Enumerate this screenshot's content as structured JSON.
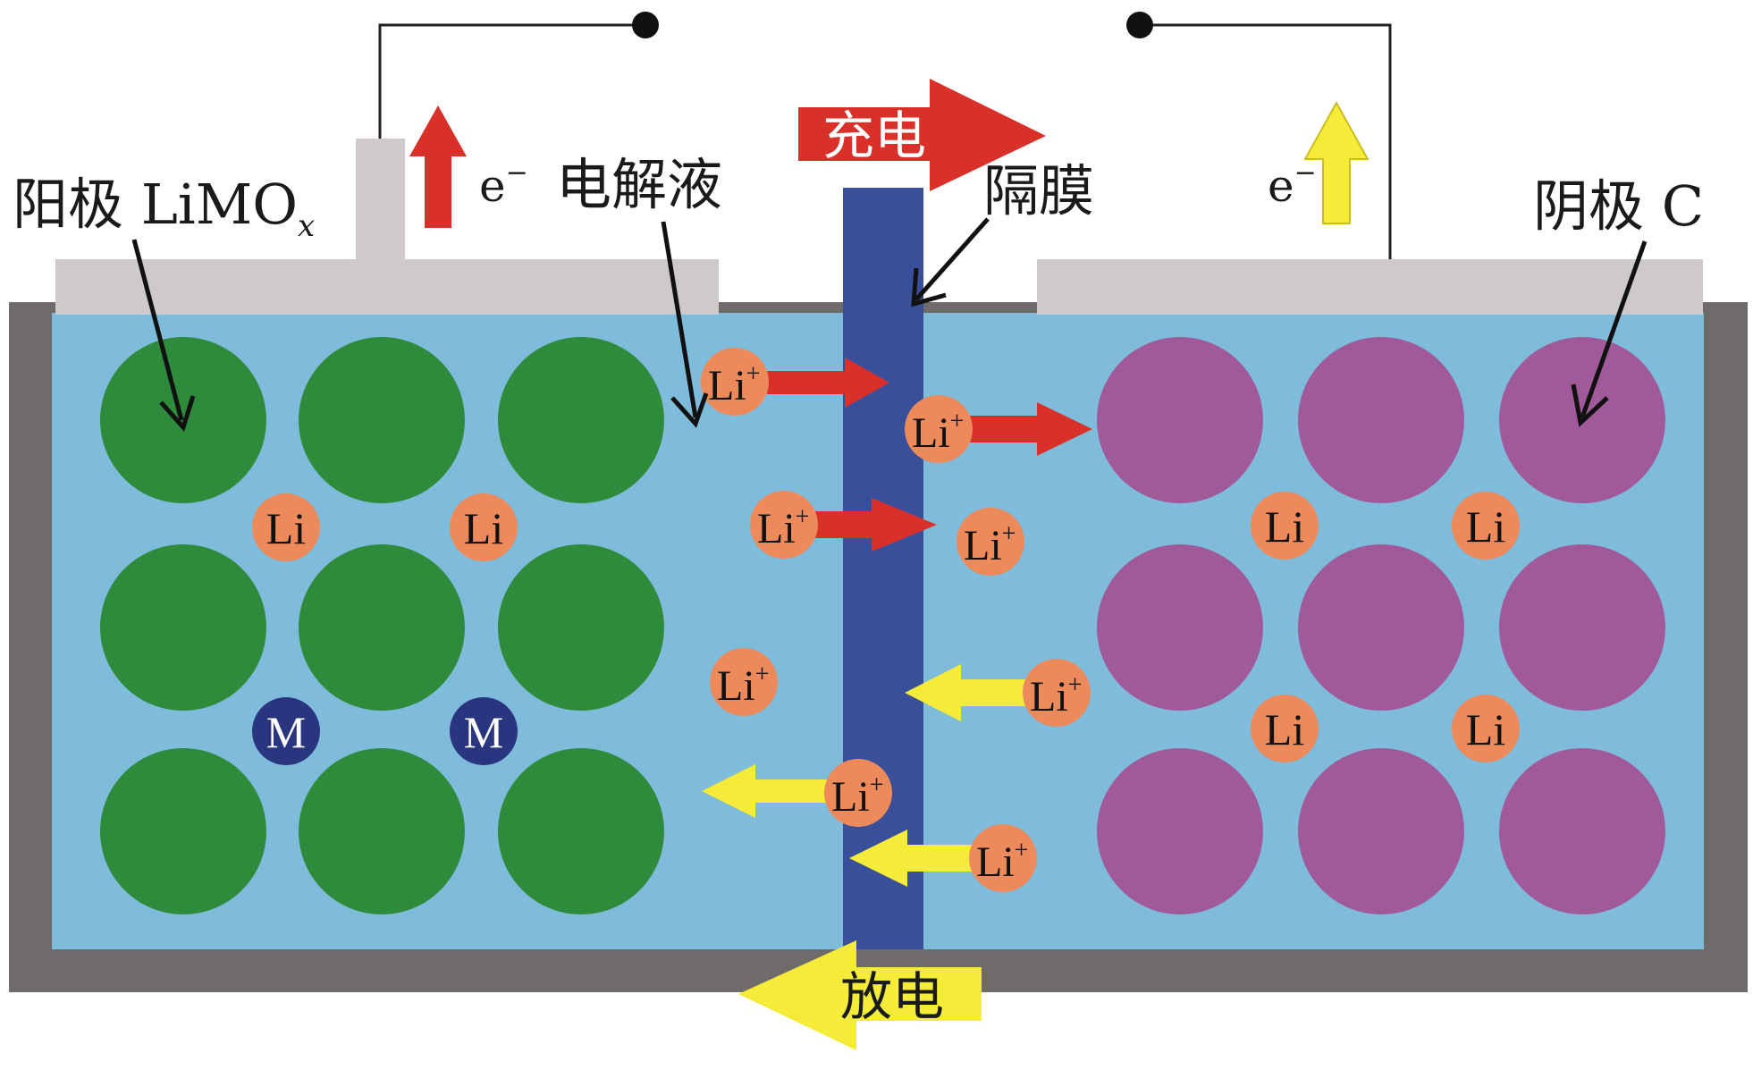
{
  "labels": {
    "anode": "阳极 LiMO",
    "anode_sub": "x",
    "cathode": "阴极 C",
    "electrolyte": "电解液",
    "separator": "隔膜",
    "charge": "充电",
    "discharge": "放电",
    "electron_left": "e",
    "electron_right": "e",
    "electron_sup": "−"
  },
  "ions": {
    "li_ion": "Li",
    "li_ion_sup": "+",
    "li_atom": "Li",
    "metal": "M"
  },
  "colors": {
    "electrolyte": "#7fbcdc",
    "casing": "#6f6b6b",
    "electrode_plate": "#cfcaca",
    "separator": "#3a4f9a",
    "anode_particle": "#2e8b3c",
    "cathode_particle": "#a05a9a",
    "li_particle": "#ec8a5b",
    "metal_particle": "#2a3580",
    "charge_arrow": "#d9302a",
    "discharge_arrow": "#f5ec3a"
  }
}
